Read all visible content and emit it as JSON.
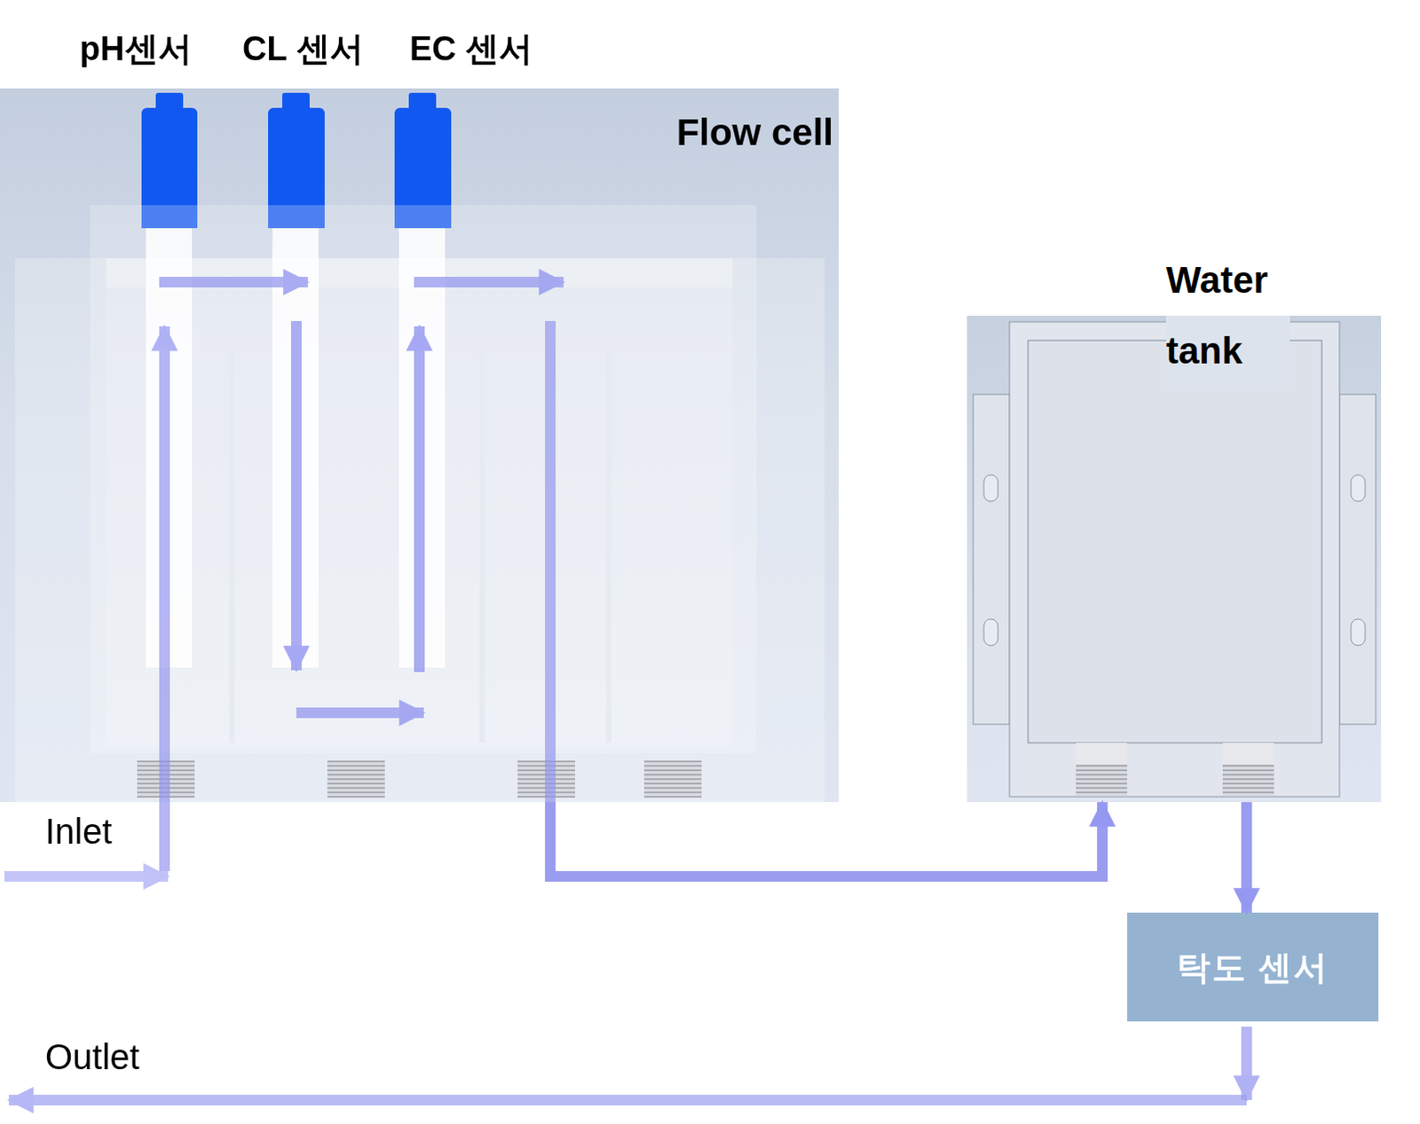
{
  "diagram": {
    "nodes": [
      {
        "text": [
          "Flow cell"
        ]
      },
      {
        "text": [
          "Water tank"
        ]
      },
      {
        "text": [
          "탁도 센서"
        ]
      }
    ],
    "edges": [
      {
        "from": 0,
        "to": 1,
        "arrow": "to"
      },
      {
        "from": 1,
        "to": 2,
        "arrow": "to"
      }
    ],
    "labels": [
      "pH센서",
      "CL 센서",
      "EC 센서",
      "Inlet",
      "Outlet"
    ]
  }
}
